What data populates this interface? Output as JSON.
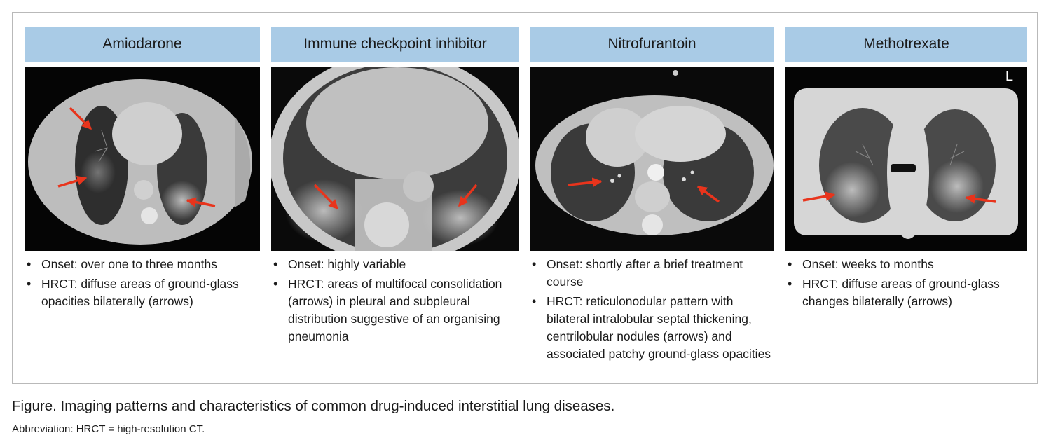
{
  "panels": [
    {
      "title": "Amiodarone",
      "bullets": [
        "Onset: over one to three months",
        "HRCT: diffuse areas of ground-glass opacities bilaterally (arrows)"
      ]
    },
    {
      "title": "Immune checkpoint inhibitor",
      "bullets": [
        "Onset: highly variable",
        "HRCT: areas of multifocal consolidation (arrows) in pleural and subpleural distribution suggestive of an organising pneumonia"
      ]
    },
    {
      "title": "Nitrofurantoin",
      "bullets": [
        "Onset: shortly after a brief treatment course",
        "HRCT: reticulonodular pattern with bilateral intralobular septal thickening, centrilobular nodules (arrows) and associated patchy ground-glass opacities"
      ]
    },
    {
      "title": "Methotrexate",
      "image_marker": "L",
      "bullets": [
        "Onset: weeks to months",
        "HRCT: diffuse areas of ground-glass changes bilaterally (arrows)"
      ]
    }
  ],
  "caption": "Figure. Imaging patterns and characteristics of common drug-induced interstitial lung diseases.",
  "abbreviation": "Abbreviation: HRCT = high-resolution CT.",
  "colors": {
    "header_bg": "#a9cbe6",
    "arrow": "#e8341c",
    "border": "#b9b9b9"
  }
}
